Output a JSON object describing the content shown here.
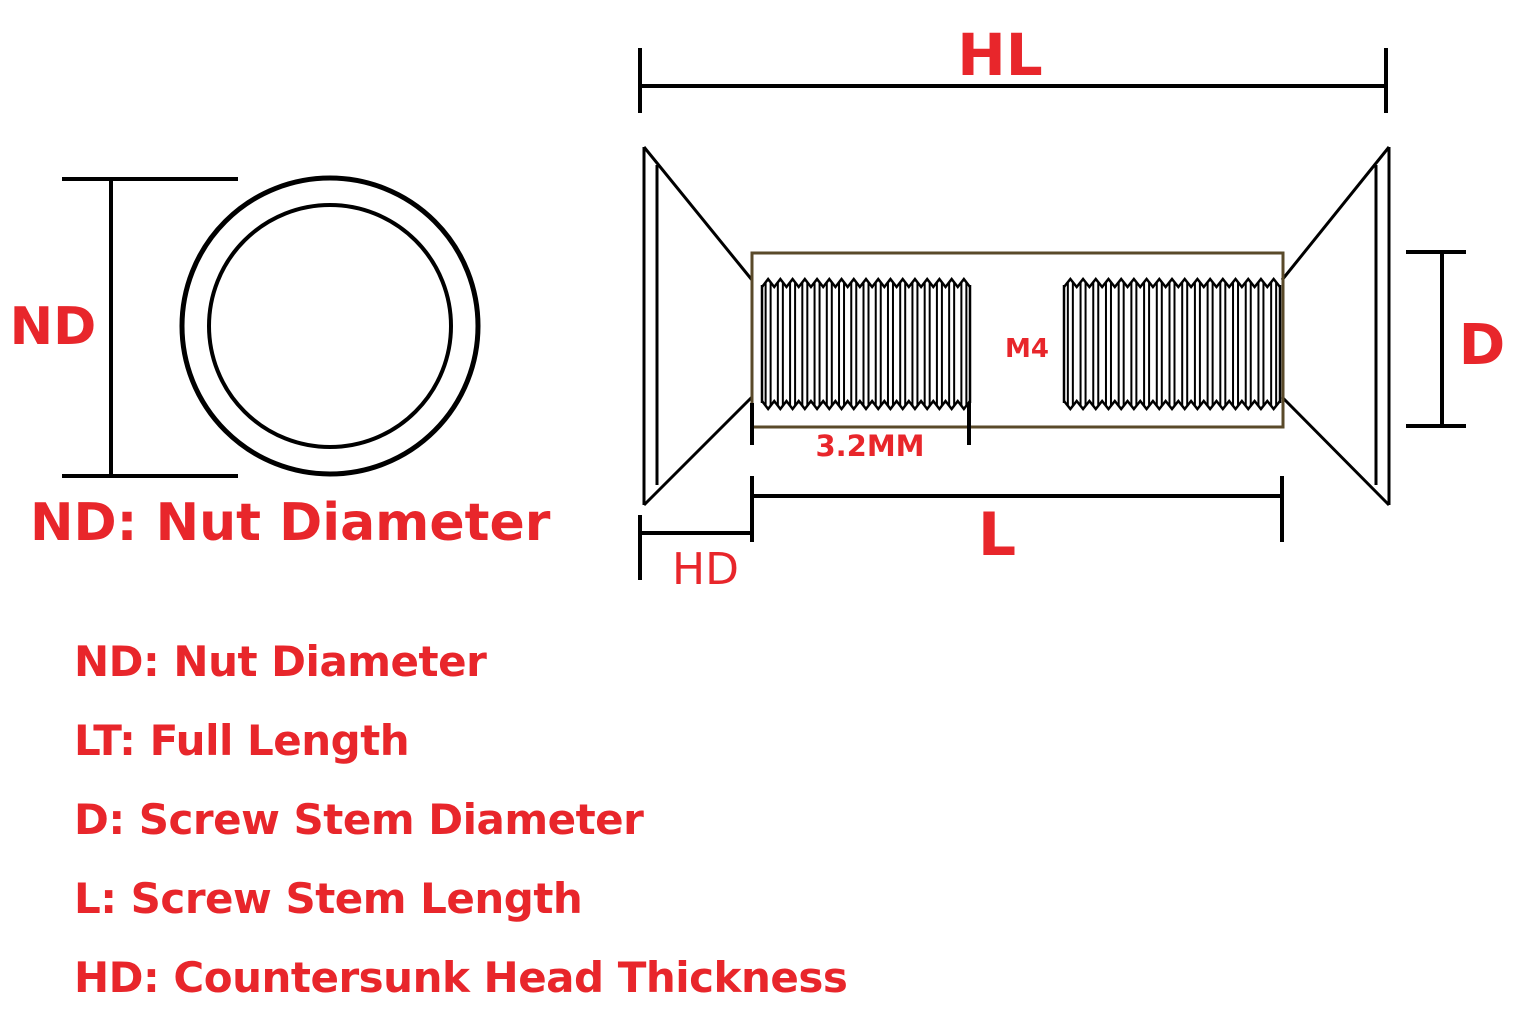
{
  "colors": {
    "label": "#e8262b",
    "line": "#000000",
    "shaft_outline": "#5a4a2a"
  },
  "labels": {
    "hl": "HL",
    "nd": "ND",
    "d": "D",
    "m4": "M4",
    "thread_length": "3.2MM",
    "l": "L",
    "hd": "HD",
    "nd_caption": "ND: Nut Diameter"
  },
  "legend": [
    "ND: Nut Diameter",
    "LT: Full Length",
    "D: Screw Stem Diameter",
    "L: Screw Stem Length",
    "HD: Countersunk Head Thickness"
  ]
}
